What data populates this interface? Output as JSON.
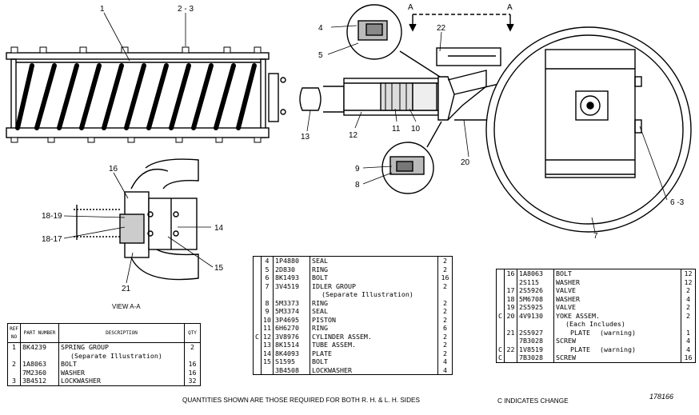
{
  "callouts": {
    "c1": "1",
    "c2_3": "2 - 3",
    "c4": "4",
    "c5": "5",
    "c8": "8",
    "c9": "9",
    "c10": "10",
    "c11": "11",
    "c12": "12",
    "c13": "13",
    "c14": "14",
    "c15": "15",
    "c16": "16",
    "c18_17": "18-17",
    "c18_19": "18-19",
    "c20": "20",
    "c21": "21",
    "c22": "22",
    "c6_3": "6 -3",
    "c7": "7",
    "a_left": "A",
    "a_right": "A"
  },
  "view_label": "VIEW A-A",
  "table1": {
    "headers": {
      "ref": "REF NO",
      "part": "PART NUMBER",
      "desc": "DESCRIPTION",
      "qty": "QTY"
    },
    "rows": [
      {
        "ref": "1",
        "part": "8K4239",
        "desc": "SPRING GROUP",
        "qty": "2"
      },
      {
        "ref": "",
        "part": "",
        "desc": "(Separate Illustration)",
        "qty": ""
      },
      {
        "ref": "2",
        "part": "1A8063",
        "desc": "BOLT",
        "qty": "16"
      },
      {
        "ref": "",
        "part": "7M2360",
        "desc": "WASHER",
        "qty": "16"
      },
      {
        "ref": "3",
        "part": "3B4512",
        "desc": "LOCKWASHER",
        "qty": "32"
      }
    ]
  },
  "table2": {
    "rows": [
      {
        "c": "",
        "ref": "4",
        "part": "1P4880",
        "desc": "SEAL",
        "qty": "2"
      },
      {
        "c": "",
        "ref": "5",
        "part": "2D830",
        "desc": "RING",
        "qty": "2"
      },
      {
        "c": "",
        "ref": "6",
        "part": "8K1493",
        "desc": "BOLT",
        "qty": "16"
      },
      {
        "c": "",
        "ref": "7",
        "part": "3V4519",
        "desc": "IDLER GROUP",
        "qty": "2"
      },
      {
        "c": "",
        "ref": "",
        "part": "",
        "desc": "(Separate Illustration)",
        "qty": ""
      },
      {
        "c": "",
        "ref": "8",
        "part": "5M3373",
        "desc": "RING",
        "qty": "2"
      },
      {
        "c": "",
        "ref": "9",
        "part": "5M3374",
        "desc": "SEAL",
        "qty": "2"
      },
      {
        "c": "",
        "ref": "10",
        "part": "3P4695",
        "desc": "PISTON",
        "qty": "2"
      },
      {
        "c": "",
        "ref": "11",
        "part": "6H6270",
        "desc": "RING",
        "qty": "6"
      },
      {
        "c": "C",
        "ref": "12",
        "part": "3V8976",
        "desc": "CYLINDER ASSEM.",
        "qty": "2"
      },
      {
        "c": "",
        "ref": "13",
        "part": "8K1514",
        "desc": "TUBE ASSEM.",
        "qty": "2"
      },
      {
        "c": "",
        "ref": "14",
        "part": "8K4093",
        "desc": "PLATE",
        "qty": "2"
      },
      {
        "c": "",
        "ref": "15",
        "part": "S1595",
        "desc": "BOLT",
        "qty": "4"
      },
      {
        "c": "",
        "ref": "",
        "part": "3B4508",
        "desc": "LOCKWASHER",
        "qty": "4"
      }
    ]
  },
  "table3": {
    "rows": [
      {
        "c": "",
        "ref": "16",
        "part": "1A8063",
        "desc": "BOLT",
        "qty": "12"
      },
      {
        "c": "",
        "ref": "",
        "part": "2S115",
        "desc": "WASHER",
        "qty": "12"
      },
      {
        "c": "",
        "ref": "17",
        "part": "2S5926",
        "desc": "VALVE",
        "qty": "2"
      },
      {
        "c": "",
        "ref": "18",
        "part": "5M6708",
        "desc": "WASHER",
        "qty": "4"
      },
      {
        "c": "",
        "ref": "19",
        "part": "2S5925",
        "desc": "VALVE",
        "qty": "2"
      },
      {
        "c": "C",
        "ref": "20",
        "part": "4V9130",
        "desc": "YOKE ASSEM.",
        "qty": "2"
      },
      {
        "c": "",
        "ref": "",
        "part": "",
        "desc": "(Each Includes)",
        "qty": ""
      },
      {
        "c": "",
        "ref": "21",
        "part": "2S5927",
        "desc": "PLATE",
        "note": "(warning)",
        "qty": "1"
      },
      {
        "c": "",
        "ref": "",
        "part": "7B3028",
        "desc": "SCREW",
        "qty": "4"
      },
      {
        "c": "C",
        "ref": "22",
        "part": "1V8519",
        "desc": "PLATE",
        "note": "(warning)",
        "qty": "4"
      },
      {
        "c": "C",
        "ref": "",
        "part": "7B3028",
        "desc": "SCREW",
        "qty": "16"
      }
    ]
  },
  "footer": {
    "quantities": "QUANTITIES SHOWN ARE THOSE REQUIRED FOR BOTH R. H. & L. H. SIDES",
    "change": "C INDICATES CHANGE",
    "number": "178166"
  }
}
